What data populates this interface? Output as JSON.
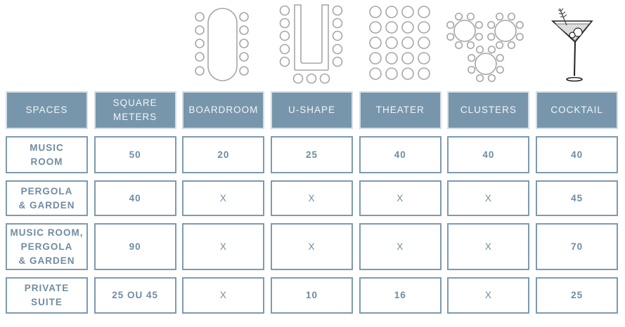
{
  "icons": [
    "boardroom-layout-icon",
    "u-shape-layout-icon",
    "theater-layout-icon",
    "clusters-layout-icon",
    "cocktail-glass-icon"
  ],
  "colors": {
    "header_bg": "#7896ab",
    "border": "#7d9ab0",
    "text": "#6f8ca3"
  },
  "table": {
    "headers": [
      "SPACES",
      "SQUARE\nMETERS",
      "BOARDROOM",
      "U-SHAPE",
      "THEATER",
      "CLUSTERS",
      "COCKTAIL"
    ],
    "rows": [
      [
        "MUSIC\nROOM",
        "50",
        "20",
        "25",
        "40",
        "40",
        "40"
      ],
      [
        "PERGOLA\n& GARDEN",
        "40",
        "X",
        "X",
        "X",
        "X",
        "45"
      ],
      [
        "MUSIC ROOM,\nPERGOLA\n& GARDEN",
        "90",
        "X",
        "X",
        "X",
        "X",
        "70"
      ],
      [
        "PRIVATE\nSUITE",
        "25 OU 45",
        "X",
        "10",
        "16",
        "X",
        "25"
      ]
    ]
  }
}
